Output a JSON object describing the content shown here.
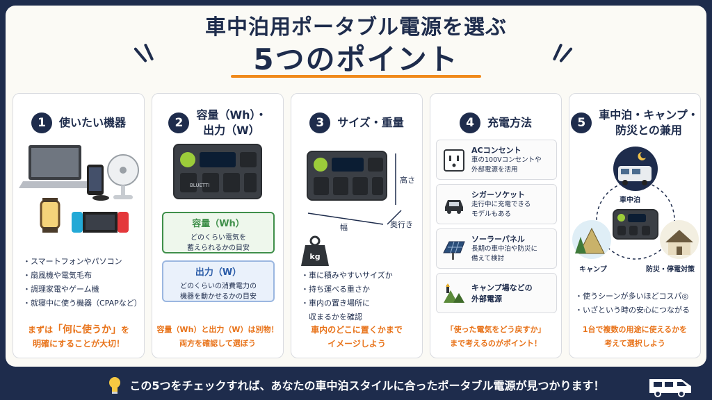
{
  "header": {
    "title_line1": "車中泊用ポータブル電源を選ぶ",
    "title_line2": "5つのポイント"
  },
  "cards": [
    {
      "num": "1",
      "title": "使いたい機器",
      "bullets": [
        "スマートフォンやパソコン",
        "扇風機や電気毛布",
        "調理家電やゲーム機",
        "就寝中に使う機器（CPAPなど）"
      ],
      "highlight_line1_pre": "まずは",
      "highlight_line1_em": "「何に使うか」",
      "highlight_line1_post": "を",
      "highlight_line2": "明確にすることが大切！"
    },
    {
      "num": "2",
      "title_line1": "容量（Wh）・",
      "title_line2": "出力（W）",
      "brand": "BLUETTI",
      "box1_title": "容量（Wh）",
      "box1_desc1": "どのくらい電気を",
      "box1_desc2": "蓄えられるかの目安",
      "box2_title": "出力（W）",
      "box2_desc1": "どのくらいの消費電力の",
      "box2_desc2": "機器を動かせるかの目安",
      "highlight_line1": "容量（Wh）と出力（W）は別物！",
      "highlight_line2": "両方を確認して選ぼう"
    },
    {
      "num": "3",
      "title": "サイズ・重量",
      "dim_height": "高さ",
      "dim_width": "幅",
      "dim_depth": "奥行き",
      "weight_label": "kg",
      "bullets": [
        "車に積みやすいサイズか",
        "持ち運べる重さか",
        "車内の置き場所に"
      ],
      "bullet_cont": "収まるかを確認",
      "highlight_line1": "車内のどこに置くかまで",
      "highlight_line2": "イメージしよう"
    },
    {
      "num": "4",
      "title": "充電方法",
      "items": [
        {
          "title": "ACコンセント",
          "desc1": "車の100Vコンセントや",
          "desc2": "外部電源を活用"
        },
        {
          "title": "シガーソケット",
          "desc1": "走行中に充電できる",
          "desc2": "モデルもある"
        },
        {
          "title": "ソーラーパネル",
          "desc1": "長期の車中泊や防災に",
          "desc2": "備えて検討"
        },
        {
          "title": "キャンプ場などの",
          "title2": "外部電源"
        }
      ],
      "highlight_line1": "「使った電気をどう戻すか」",
      "highlight_line2": "まで考えるのがポイント！"
    },
    {
      "num": "5",
      "title_line1": "車中泊・キャンプ・",
      "title_line2": "防災との兼用",
      "label_carcamp": "車中泊",
      "label_camp": "キャンプ",
      "label_disaster": "防災・停電対策",
      "bullets": [
        "使うシーンが多いほどコスパ◎",
        "いざという時の安心につながる"
      ],
      "highlight_line1": "1台で複数の用途に使えるかを",
      "highlight_line2": "考えて選択しよう"
    }
  ],
  "footer": {
    "text": "この5つをチェックすれば、あなたの車中泊スタイルに合ったポータブル電源が見つかります！"
  },
  "colors": {
    "navy": "#1e2c4c",
    "orange": "#e8731a",
    "green_box": "#3f8f4a",
    "blue_box": "#2b5ca8"
  }
}
